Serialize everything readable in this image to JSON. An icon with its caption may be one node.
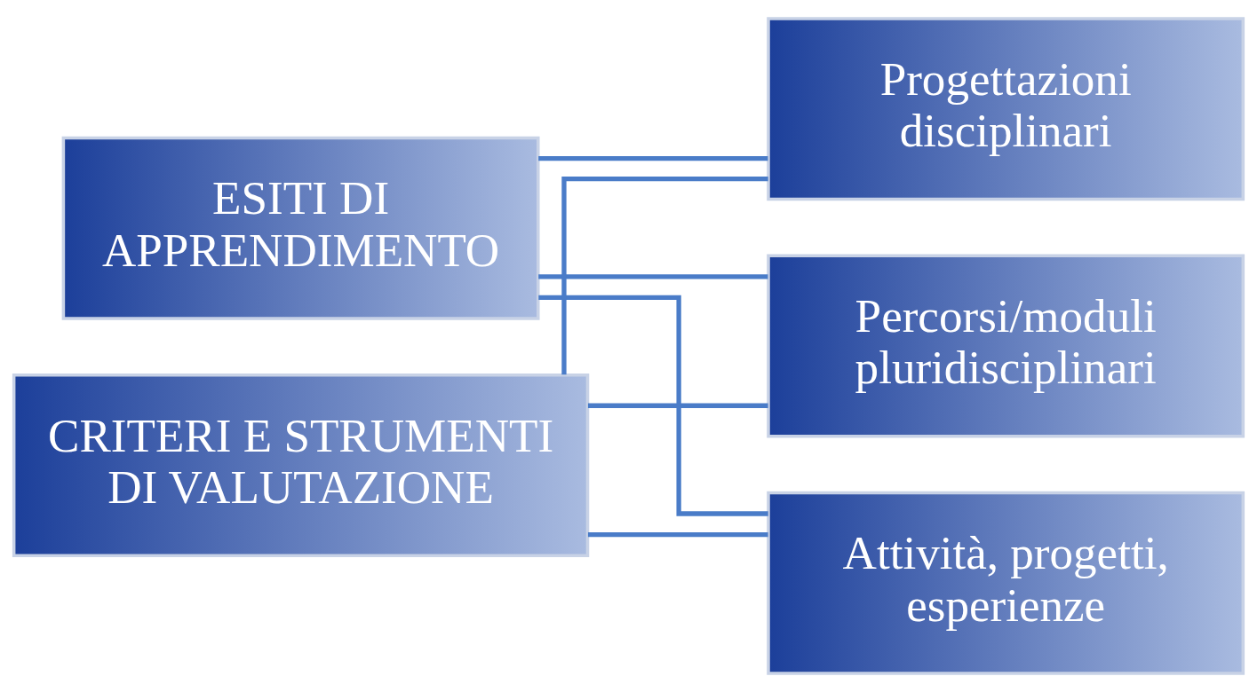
{
  "diagram": {
    "nodes": [
      {
        "text": [
          "ESITI DI APPRENDIMENTO"
        ]
      },
      {
        "text": [
          "CRITERI E STRUMENTI DI VALUTAZIONE"
        ]
      },
      {
        "text": [
          "Progettazioni disciplinari"
        ]
      },
      {
        "text": [
          "Percorsi/moduli pluridisciplinari"
        ]
      },
      {
        "text": [
          "Attività, progetti, esperienze"
        ]
      }
    ],
    "edges": [
      {
        "from": 0,
        "to": 2,
        "arrow": "none"
      },
      {
        "from": 0,
        "to": 3,
        "arrow": "none"
      },
      {
        "from": 0,
        "to": 4,
        "arrow": "none"
      },
      {
        "from": 1,
        "to": 2,
        "arrow": "none"
      },
      {
        "from": 1,
        "to": 3,
        "arrow": "none"
      },
      {
        "from": 1,
        "to": 4,
        "arrow": "none"
      }
    ]
  }
}
